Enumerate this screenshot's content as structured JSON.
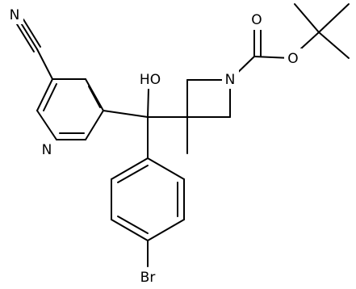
{
  "atom_labels": {
    "cyano_n": "N",
    "pyridine_n": "N",
    "hydroxyl": "HO",
    "azetidine_n": "N",
    "carbonyl_o": "O",
    "ester_o": "O",
    "bromine": "Br"
  },
  "colors": {
    "bond": "#000000",
    "label": "#000000",
    "background": "#ffffff"
  }
}
